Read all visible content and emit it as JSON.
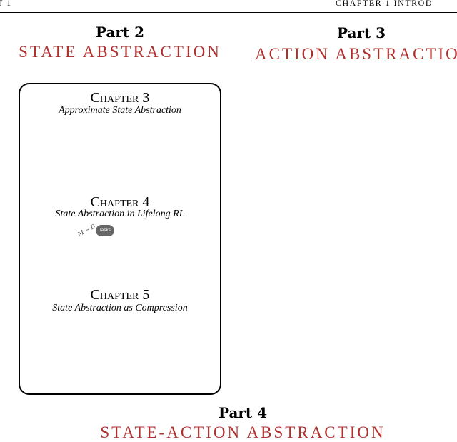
{
  "header": {
    "left": "T 1",
    "right": "CHAPTER 1  INTROD"
  },
  "parts": {
    "part2": {
      "label": "Part 2",
      "title": "STATE ABSTRACTION"
    },
    "part3": {
      "label": "Part 3",
      "title": "ACTION ABSTRACTION"
    },
    "part4": {
      "label": "Part 4",
      "title": "STATE-ACTION ABSTRACTION"
    }
  },
  "chapters": [
    {
      "head": "Chapter 3",
      "subtitle": "Approximate State Abstraction"
    },
    {
      "head": "Chapter 4",
      "subtitle": "State Abstraction in Lifelong RL"
    },
    {
      "head": "Chapter 5",
      "subtitle": "State Abstraction as Compression"
    }
  ],
  "figure": {
    "label": "M ~ D",
    "pill": "Tasks",
    "pill_color": "#666666"
  },
  "colors": {
    "accent": "#b0302e"
  }
}
